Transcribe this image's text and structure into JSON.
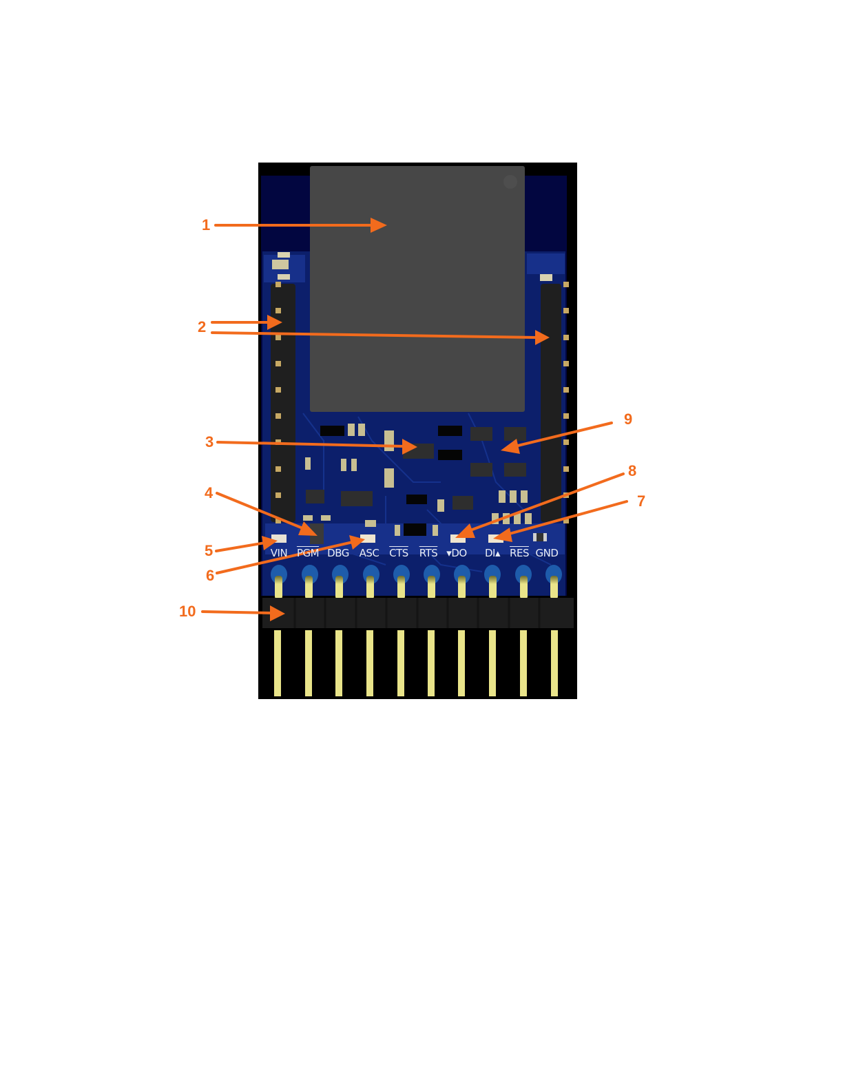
{
  "diagram": {
    "subject": "PCB module top view with numbered callouts",
    "colors": {
      "background": "#ffffff",
      "board_frame": "#000000",
      "pcb": "#0c1f6b",
      "pcb_dark": "#020640",
      "module_shield": "#474747",
      "header_plastic": "#1c1c1c",
      "pin_gold": "#e9e48a",
      "callout": "#f26b1d",
      "silkscreen": "#e8ecf5"
    },
    "callouts": [
      {
        "number": "1",
        "target": "module-shield"
      },
      {
        "number": "2",
        "target": "side-pin-headers"
      },
      {
        "number": "3",
        "target": "center-ic"
      },
      {
        "number": "4",
        "target": "pgm-component"
      },
      {
        "number": "5",
        "target": "vin-led"
      },
      {
        "number": "6",
        "target": "asc-led"
      },
      {
        "number": "7",
        "target": "di-led"
      },
      {
        "number": "8",
        "target": "do-led"
      },
      {
        "number": "9",
        "target": "ic-cluster"
      },
      {
        "number": "10",
        "target": "bottom-pin-header"
      }
    ],
    "pin_labels": [
      {
        "text": "VIN",
        "overline": false
      },
      {
        "text": "PGM",
        "overline": true
      },
      {
        "text": "DBG",
        "overline": false
      },
      {
        "text": "ASC",
        "overline": false
      },
      {
        "text": "CTS",
        "overline": true
      },
      {
        "text": "RTS",
        "overline": true
      },
      {
        "text": "▾DO",
        "overline": false
      },
      {
        "text": "DI▴",
        "overline": false
      },
      {
        "text": "RES",
        "overline": true
      },
      {
        "text": "GND",
        "overline": false
      }
    ]
  }
}
